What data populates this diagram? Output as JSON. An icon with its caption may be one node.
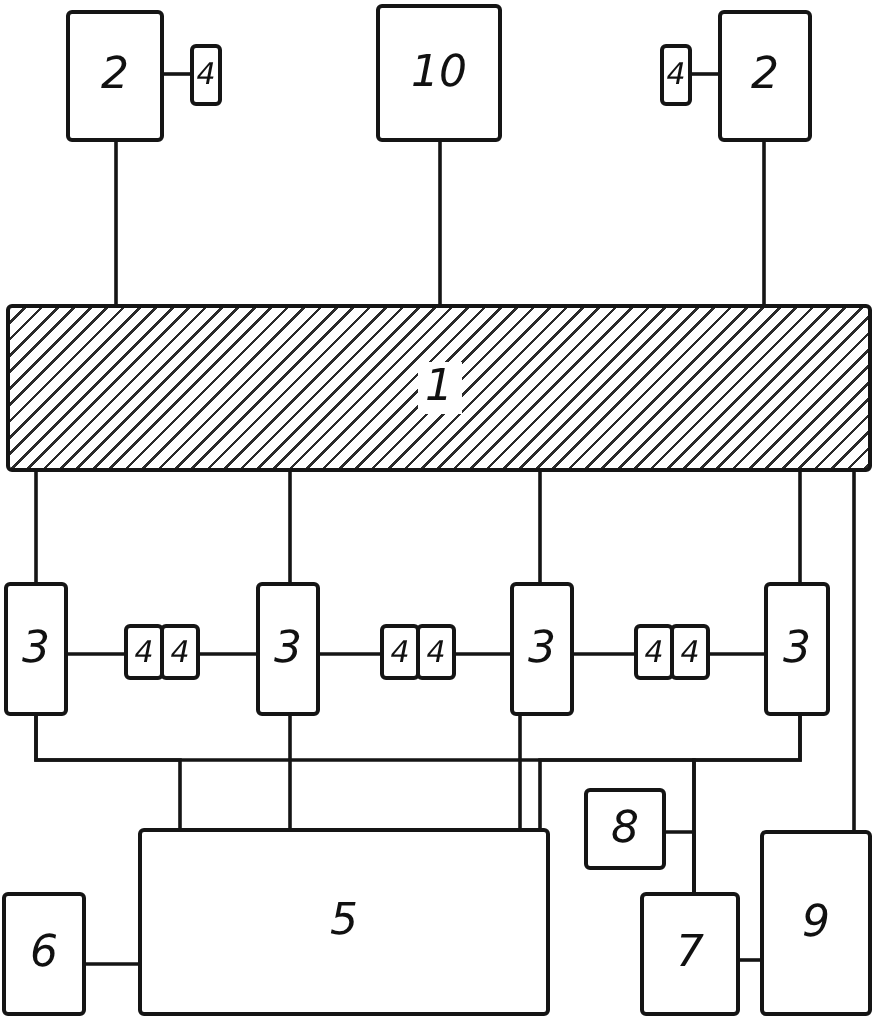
{
  "diagram": {
    "nodes": [
      {
        "text": [
          "2"
        ]
      },
      {
        "text": [
          "4"
        ]
      },
      {
        "text": [
          "10"
        ]
      },
      {
        "text": [
          "4"
        ]
      },
      {
        "text": [
          "2"
        ]
      },
      {
        "text": [
          "1"
        ]
      },
      {
        "text": [
          "3"
        ]
      },
      {
        "text": [
          "4"
        ]
      },
      {
        "text": [
          "4"
        ]
      },
      {
        "text": [
          "3"
        ]
      },
      {
        "text": [
          "4"
        ]
      },
      {
        "text": [
          "4"
        ]
      },
      {
        "text": [
          "3"
        ]
      },
      {
        "text": [
          "4"
        ]
      },
      {
        "text": [
          "4"
        ]
      },
      {
        "text": [
          "3"
        ]
      },
      {
        "text": [
          "8"
        ]
      },
      {
        "text": [
          "6"
        ]
      },
      {
        "text": [
          "5"
        ]
      },
      {
        "text": [
          "7"
        ]
      },
      {
        "text": [
          "9"
        ]
      }
    ],
    "edges": [
      {
        "from": 0,
        "to": 1,
        "arrow": "none"
      },
      {
        "from": 3,
        "to": 4,
        "arrow": "none"
      },
      {
        "from": 0,
        "to": 5,
        "arrow": "none"
      },
      {
        "from": 2,
        "to": 5,
        "arrow": "none"
      },
      {
        "from": 4,
        "to": 5,
        "arrow": "none"
      },
      {
        "from": 5,
        "to": 6,
        "arrow": "none"
      },
      {
        "from": 5,
        "to": 9,
        "arrow": "none"
      },
      {
        "from": 5,
        "to": 12,
        "arrow": "none"
      },
      {
        "from": 5,
        "to": 15,
        "arrow": "none"
      },
      {
        "from": 5,
        "to": 20,
        "arrow": "none"
      },
      {
        "from": 6,
        "to": 7,
        "arrow": "none"
      },
      {
        "from": 8,
        "to": 9,
        "arrow": "none"
      },
      {
        "from": 9,
        "to": 10,
        "arrow": "none"
      },
      {
        "from": 11,
        "to": 12,
        "arrow": "none"
      },
      {
        "from": 12,
        "to": 13,
        "arrow": "none"
      },
      {
        "from": 14,
        "to": 15,
        "arrow": "none"
      },
      {
        "from": 6,
        "to": 18,
        "arrow": "none"
      },
      {
        "from": 6,
        "to": 19,
        "arrow": "none"
      },
      {
        "from": 15,
        "to": 18,
        "arrow": "none"
      },
      {
        "from": 15,
        "to": 19,
        "arrow": "none"
      },
      {
        "from": 9,
        "to": 18,
        "arrow": "none"
      },
      {
        "from": 12,
        "to": 18,
        "arrow": "none"
      },
      {
        "from": 16,
        "to": 19,
        "arrow": "none"
      },
      {
        "from": 19,
        "to": 20,
        "arrow": "none"
      },
      {
        "from": 17,
        "to": 18,
        "arrow": "none"
      }
    ]
  }
}
